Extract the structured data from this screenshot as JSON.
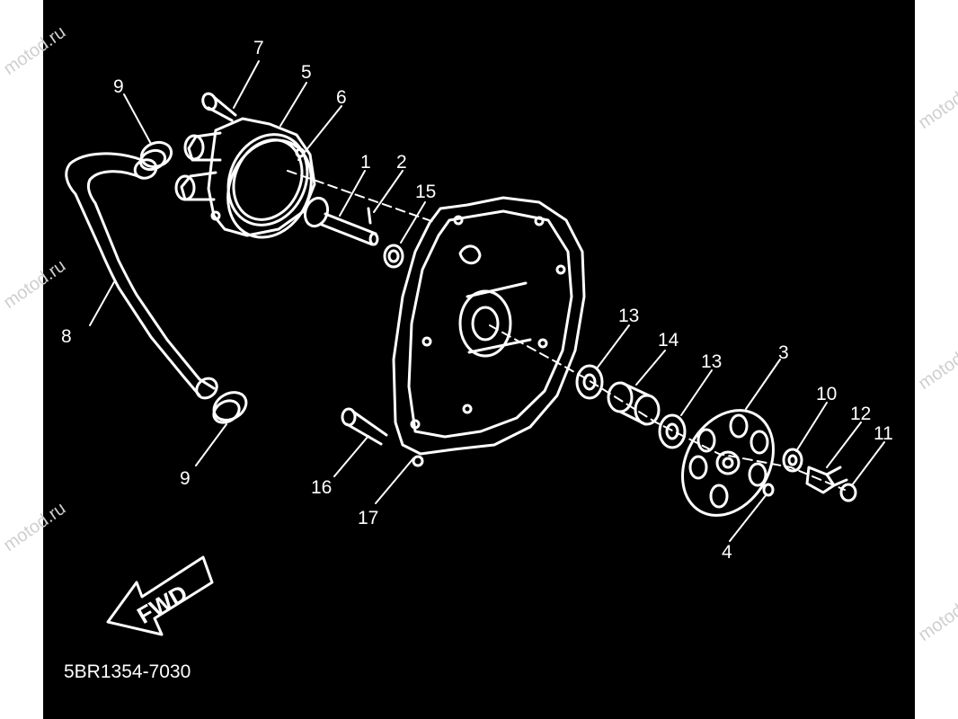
{
  "diagram": {
    "drawing_code": "5BR1354-7030",
    "fwd_label": "FWD",
    "callouts": {
      "c1": "1",
      "c2": "2",
      "c3": "3",
      "c4": "4",
      "c5": "5",
      "c6": "6",
      "c7": "7",
      "c8": "8",
      "c9a": "9",
      "c9b": "9",
      "c10": "10",
      "c11": "11",
      "c12": "12",
      "c13a": "13",
      "c13b": "13",
      "c14": "14",
      "c15": "15",
      "c16": "16",
      "c17": "17"
    },
    "watermark": "motod.ru"
  },
  "colors": {
    "background": "#000000",
    "line": "#ffffff",
    "margin": "#ffffff",
    "watermark": "#cfcfcf"
  }
}
